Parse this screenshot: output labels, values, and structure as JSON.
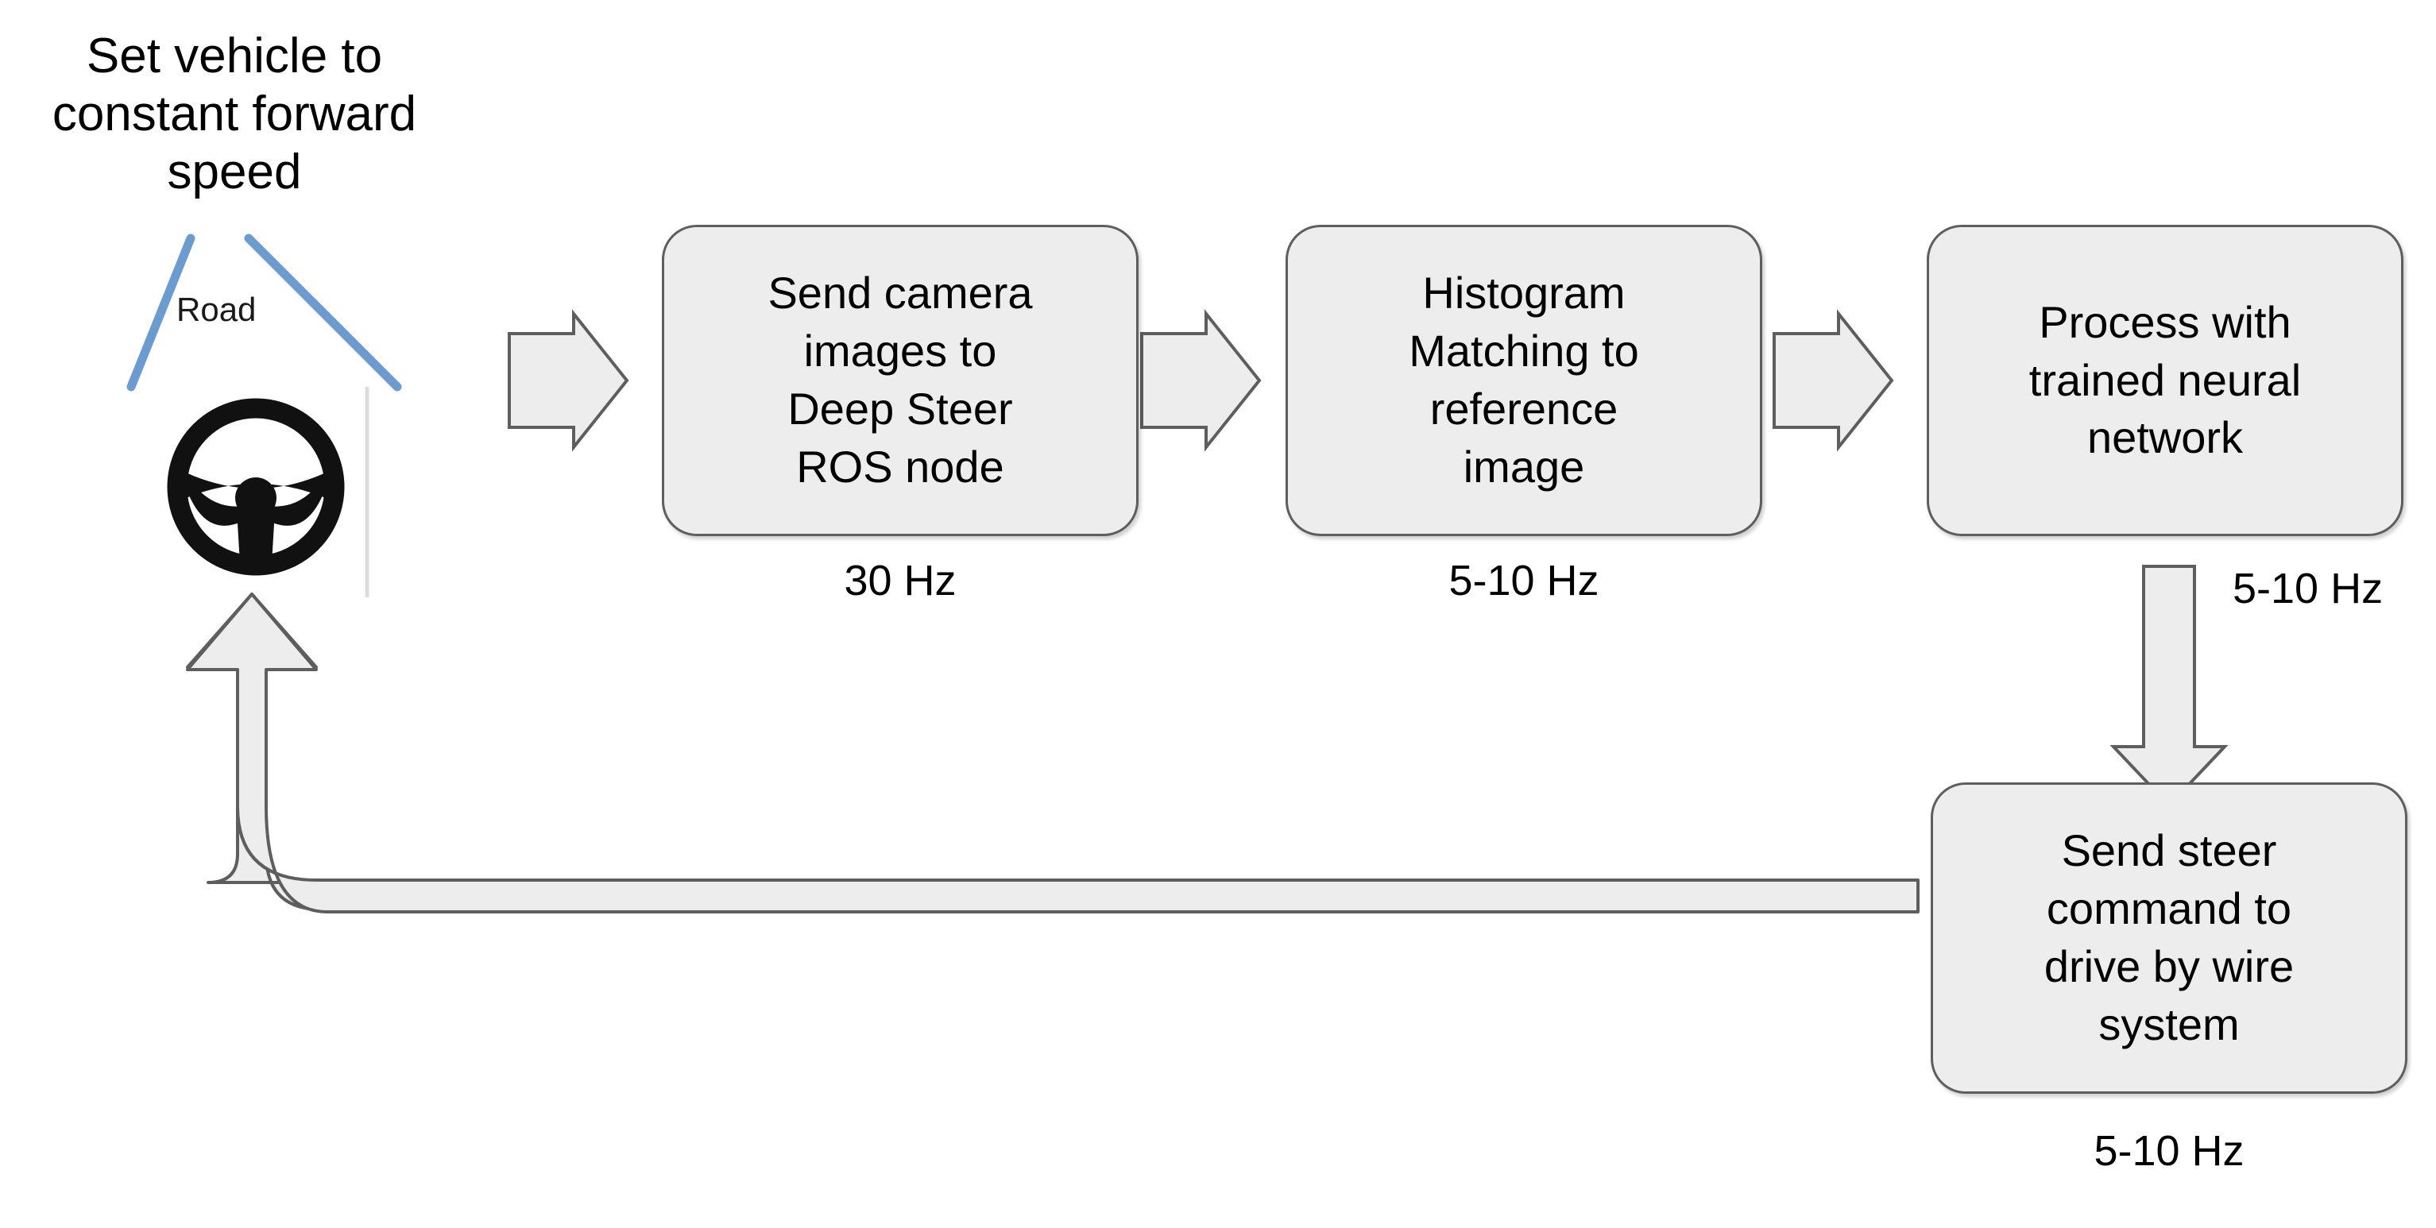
{
  "diagram": {
    "type": "flowchart",
    "title": "Deep Steer pipeline flow",
    "scene": {
      "caption": "Set vehicle to\nconstant forward\nspeed",
      "road_label": "Road",
      "steering_wheel_icon": "steering-wheel-icon",
      "road_line_color": "#6A9BD1",
      "lane_divider_color": "#d9d9d9"
    },
    "style": {
      "box_fill": "#ededed",
      "box_border": "#5e5e5e",
      "arrow_fill": "#ededed",
      "arrow_border": "#5e5e5e",
      "text_color": "#000000",
      "background": "#ffffff"
    },
    "nodes": [
      {
        "id": "send-camera-images",
        "label": "Send camera\nimages to\nDeep Steer\nROS node",
        "rate": "30 Hz"
      },
      {
        "id": "histogram-matching",
        "label": "Histogram\nMatching to\nreference\nimage",
        "rate": "5-10 Hz"
      },
      {
        "id": "process-neural-network",
        "label": "Process with\ntrained neural\nnetwork",
        "rate": "5-10 Hz"
      },
      {
        "id": "send-steer-command",
        "label": "Send steer\ncommand to\ndrive by wire\nsystem",
        "rate": "5-10 Hz"
      }
    ],
    "connectors": [
      {
        "id": "scene-to-box1",
        "shape": "block-arrow-right",
        "label": ""
      },
      {
        "id": "box1-to-box2",
        "shape": "block-arrow-right",
        "label": ""
      },
      {
        "id": "box2-to-box3",
        "shape": "block-arrow-right",
        "label": ""
      },
      {
        "id": "box3-to-box4",
        "shape": "block-arrow-down",
        "label": "5-10 Hz"
      },
      {
        "id": "box4-to-scene",
        "shape": "block-arrow-elbow-up",
        "label": ""
      }
    ]
  }
}
